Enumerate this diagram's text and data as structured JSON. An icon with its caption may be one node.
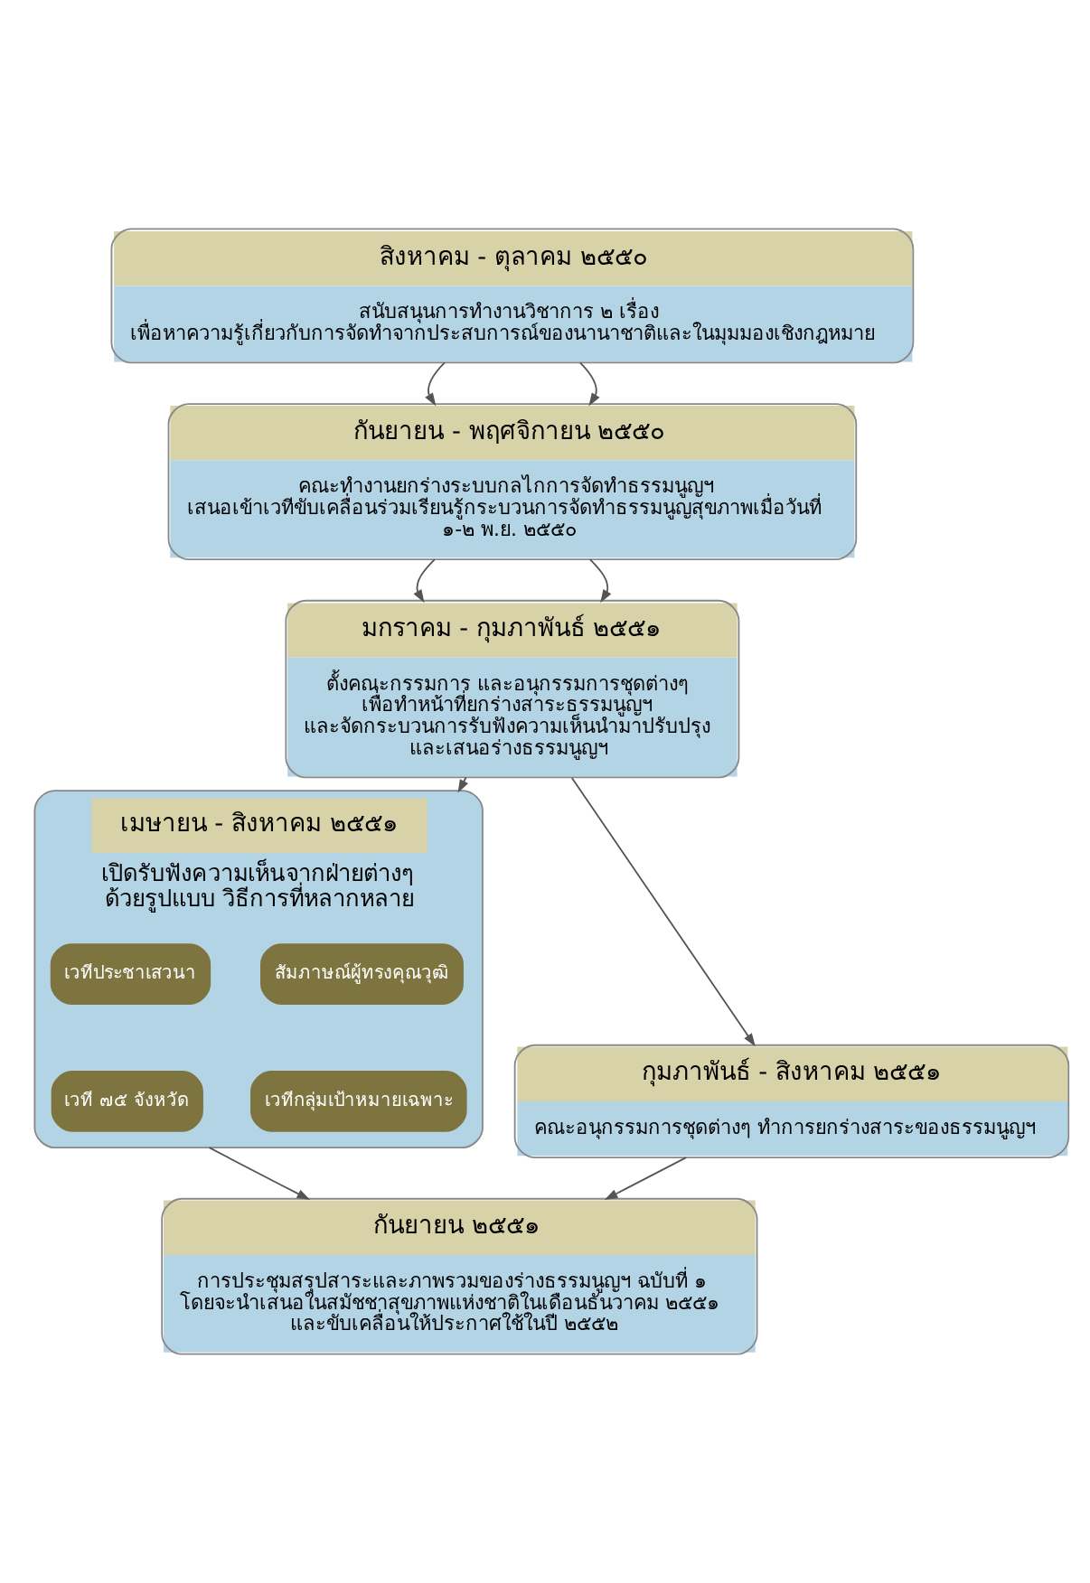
{
  "diagram": {
    "nodes": [
      {
        "text": [
          "สิงหาคม - ตุลาคม ๒๕๕๐",
          "สนับสนุนการทำงานวิชาการ ๒ เรื่อง เพื่อหาความรู้เกี่ยวกับการจัดทำจากประสบการณ์ของนานาชาติและในมุมมองเชิงกฎหมาย"
        ]
      },
      {
        "text": [
          "กันยายน - พฤศจิกายน ๒๕๕๐",
          "คณะทำงานยกร่างระบบกลไกการจัดทำธรรมนูญฯ เสนอเข้าเวทีขับเคลื่อนร่วมเรียนรู้กระบวนการจัดทำธรรมนูญสุขภาพเมื่อวันที่ ๑-๒ พ.ย. ๒๕๕๐"
        ]
      },
      {
        "text": [
          "มกราคม - กุมภาพันธ์ ๒๕๕๑",
          "ตั้งคณะกรรมการ และอนุกรรมการชุดต่างๆ เพื่อทำหน้าที่ยกร่างสาระธรรมนูญฯ และจัดกระบวนการรับฟังความเห็นนำมาปรับปรุง และเสนอร่างธรรมนูญฯ"
        ]
      },
      {
        "text": [
          "กุมภาพันธ์ - สิงหาคม ๒๕๕๑",
          "คณะอนุกรรมการชุดต่างๆ ทำการยกร่างสาระของธรรมนูญฯ"
        ]
      },
      {
        "text": [
          "เมษายน - สิงหาคม ๒๕๕๑",
          "เปิดรับฟังความเห็นจากฝ่ายต่างๆ ด้วยรูปแบบ วิธีการที่หลากหลาย"
        ]
      },
      {
        "text": [
          "สัมภาษณ์ผู้ทรงคุณวุฒิ"
        ],
        "in": 4
      },
      {
        "text": [
          "เวทีประชาเสวนา"
        ],
        "in": 4
      },
      {
        "text": [
          "เวทีกลุ่มเป้าหมายเฉพาะ"
        ],
        "in": 4
      },
      {
        "text": [
          "เวที ๗๕ จังหวัด"
        ],
        "in": 4
      },
      {
        "text": [
          "กันยายน ๒๕๕๑",
          "การประชุมสรุปสาระและภาพรวมของร่างธรรมนูญฯ ฉบับที่ ๑ โดยจะนำเสนอในสมัชชาสุขภาพแห่งชาติในเดือนธันวาคม ๒๕๕๑ และขับเคลื่อนให้ประกาศใช้ในปี ๒๕๕๒"
        ]
      }
    ],
    "edges": [
      {
        "from": 0,
        "to": 1,
        "arrow": "to"
      },
      {
        "from": 0,
        "to": 1,
        "arrow": "to"
      },
      {
        "from": 1,
        "to": 2,
        "arrow": "to"
      },
      {
        "from": 1,
        "to": 2,
        "arrow": "to"
      },
      {
        "from": 2,
        "to": 3,
        "arrow": "to"
      },
      {
        "from": 2,
        "to": 4,
        "arrow": "to"
      },
      {
        "from": 3,
        "to": 9,
        "arrow": "to"
      },
      {
        "from": 4,
        "to": 9,
        "arrow": "to"
      }
    ]
  }
}
